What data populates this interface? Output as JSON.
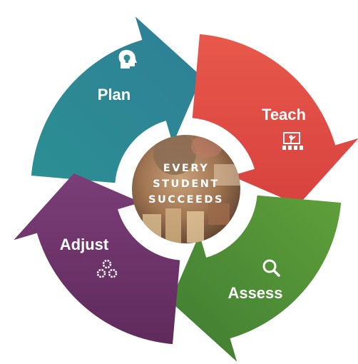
{
  "diagram": {
    "center": {
      "lines": [
        "EVERY",
        "STUDENT",
        "SUCCEEDS"
      ]
    },
    "stages": [
      {
        "label": "Plan",
        "icon": "head-lightbulb-icon",
        "color": "#2e8e93"
      },
      {
        "label": "Teach",
        "icon": "teacher-class-icon",
        "color": "#e04a43"
      },
      {
        "label": "Assess",
        "icon": "magnifier-icon",
        "color": "#4a8a36"
      },
      {
        "label": "Adjust",
        "icon": "gears-icon",
        "color": "#7a3a74"
      }
    ]
  }
}
